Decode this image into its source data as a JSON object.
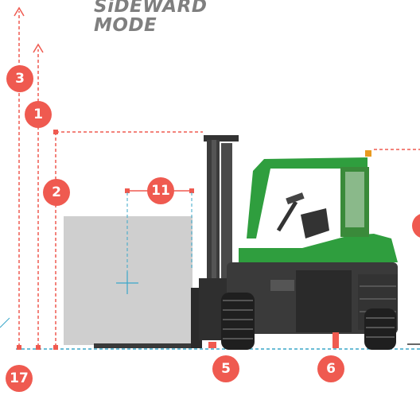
{
  "header": {
    "line1": "SiDEWARD",
    "line2": "MODE"
  },
  "badges": {
    "b3": "3",
    "b1": "1",
    "b2": "2",
    "b11": "11",
    "b5": "5",
    "b6": "6",
    "b17": "17"
  },
  "colors": {
    "dimension_red": "#ef5a50",
    "ground_blue": "#3aa7c9",
    "machine_green": "#2f9e3e",
    "load_grey": "#cfcfcf"
  }
}
